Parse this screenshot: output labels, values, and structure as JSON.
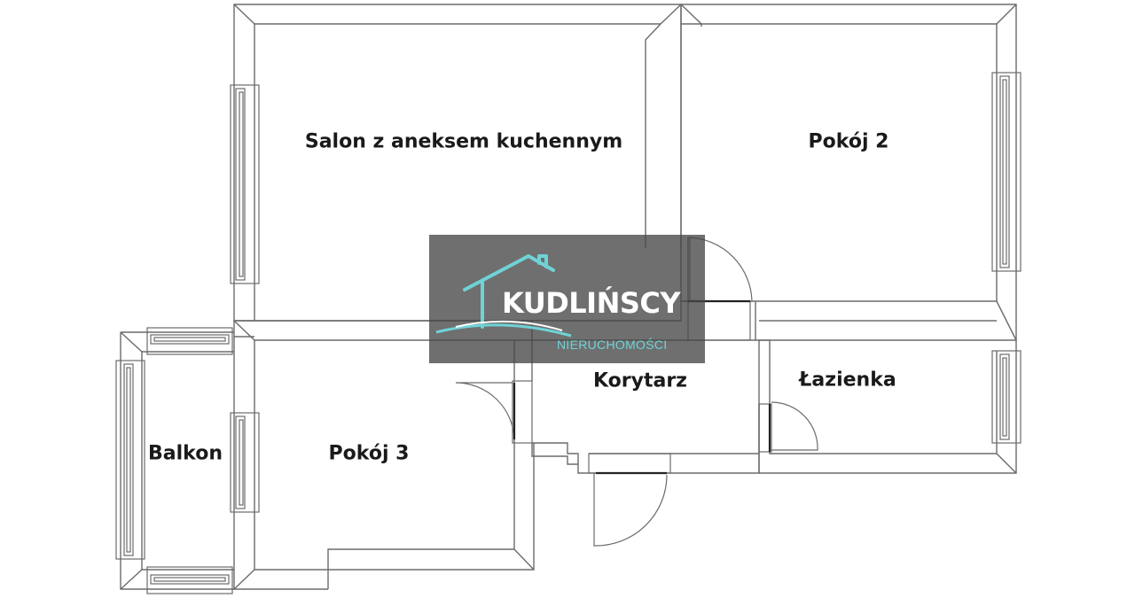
{
  "rooms": {
    "salon": "Salon z aneksem kuchennym",
    "pokoj2": "Pokój 2",
    "korytarz": "Korytarz",
    "lazienka": "Łazienka",
    "balkon": "Balkon",
    "pokoj3": "Pokój 3"
  },
  "logo": {
    "name": "KUDLIŃSCY",
    "subtitle": "NIERUCHOMOŚCI",
    "accent_color": "#6fd3d6",
    "panel_color": "#464646"
  },
  "colors": {
    "wall_stroke": "#6b6b6b",
    "label_text": "#1a1a1a"
  }
}
